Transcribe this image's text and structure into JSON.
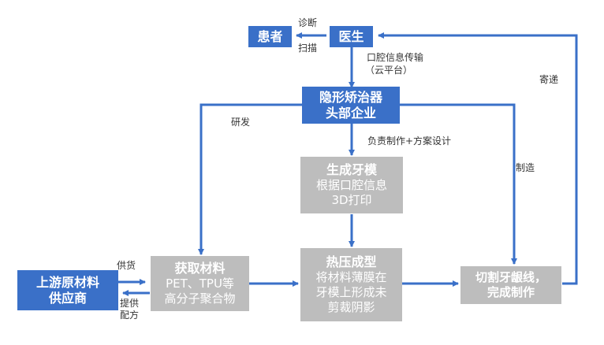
{
  "nodes": {
    "patient": "患者",
    "doctor": "医生",
    "company_line1": "隐形矫治器",
    "company_line2": "头部企业",
    "model_title": "生成牙模",
    "model_line2": "根据口腔信息",
    "model_line3": "3D打印",
    "supplier_line1": "上游原材料",
    "supplier_line2": "供应商",
    "material_title": "获取材料",
    "material_line2": "PET、TPU等",
    "material_line3": "高分子聚合物",
    "press_title": "热压成型",
    "press_line2": "将材料薄膜在",
    "press_line3": "牙模上形成未",
    "press_line4": "剪裁阴影",
    "cut_line1": "切割牙龈线，",
    "cut_line2": "完成制作"
  },
  "labels": {
    "diagnose": "诊断",
    "scan": "扫描",
    "info_line1": "口腔信息传输",
    "info_line2": "（云平台）",
    "rnd": "研发",
    "design": "负责制作+方案设计",
    "manufacture": "制造",
    "mail": "寄递",
    "supply_goods": "供货",
    "provide_line1": "提供",
    "provide_line2": "配方"
  },
  "colors": {
    "blue": "#3a70c8",
    "gray": "#bdbdbd",
    "arrow": "#3a70c8"
  }
}
